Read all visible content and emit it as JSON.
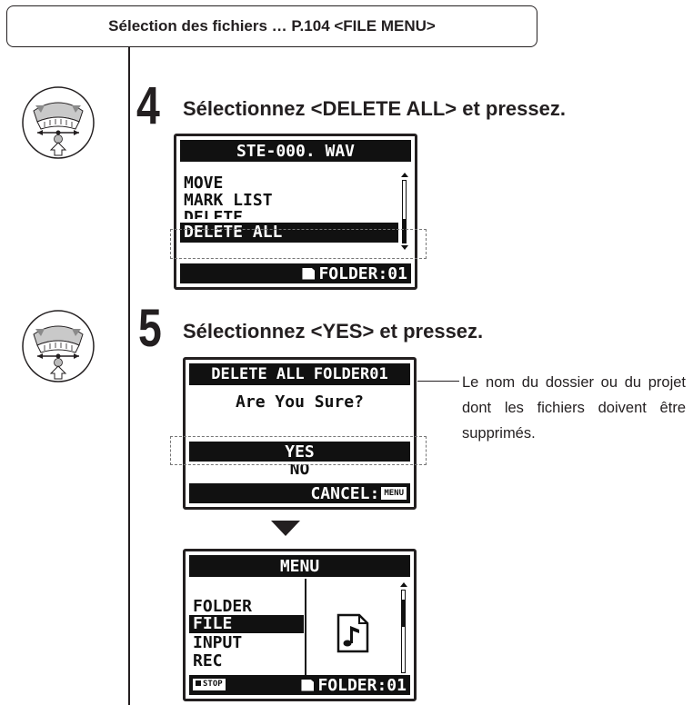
{
  "header": {
    "title": "Sélection des fichiers … P.104 <FILE MENU>"
  },
  "steps": [
    {
      "number": "4",
      "text": "Sélectionnez <DELETE ALL> et pressez."
    },
    {
      "number": "5",
      "text": "Sélectionnez <YES> et pressez."
    }
  ],
  "screen1": {
    "title": "STE-000. WAV",
    "items": [
      "MOVE",
      "MARK LIST",
      "DELETE",
      "DELETE ALL"
    ],
    "selected": "DELETE ALL",
    "footer": "FOLDER:01"
  },
  "screen2": {
    "title": "DELETE ALL FOLDER01",
    "prompt": "Are You Sure?",
    "options": [
      "YES",
      "NO"
    ],
    "selected": "YES",
    "footer_label": "CANCEL:",
    "footer_key": "MENU"
  },
  "screen3": {
    "title": "MENU",
    "items": [
      "FOLDER",
      "FILE",
      "INPUT",
      "REC"
    ],
    "selected": "FILE",
    "footer_left": "STOP",
    "footer": "FOLDER:01",
    "icon": "music-file-icon"
  },
  "annotation": "Le nom du dossier ou du projet dont les fichiers doivent être supprimés.",
  "icons": {
    "dial": "jog-dial-press-icon",
    "arrow": "down-triangle-icon"
  }
}
